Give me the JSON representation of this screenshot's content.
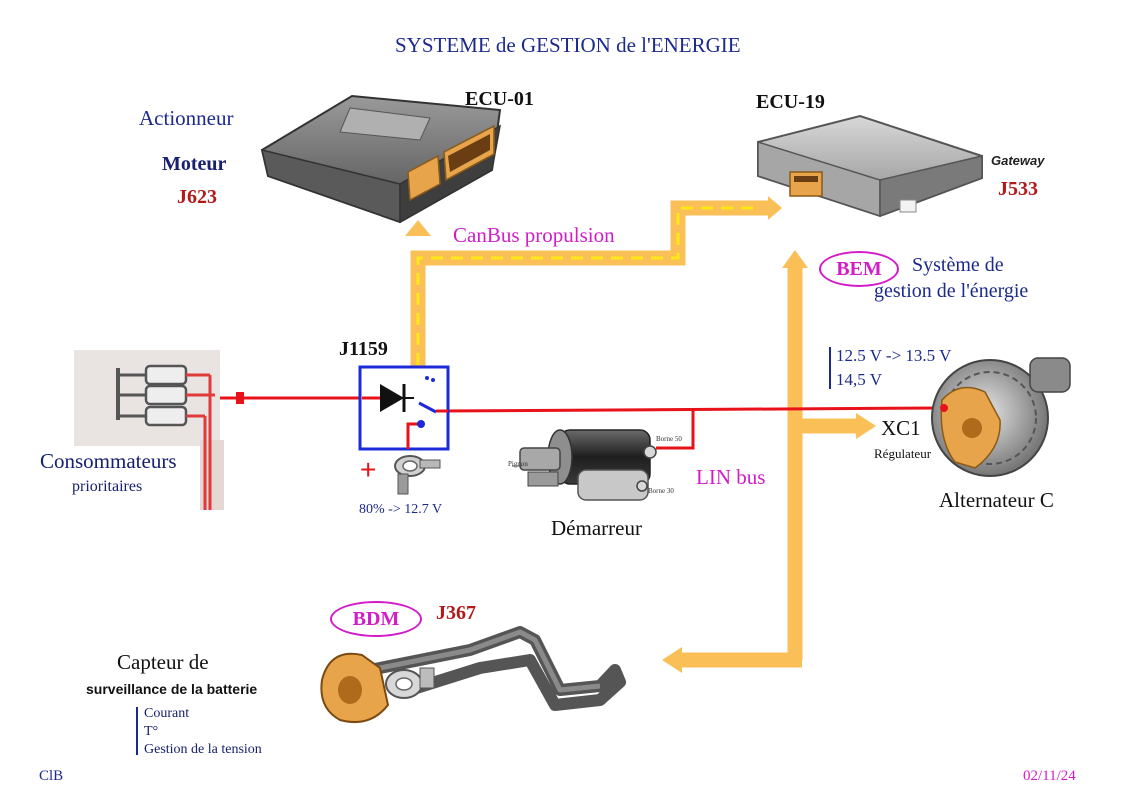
{
  "title": "SYSTEME de GESTION de l'ENERGIE",
  "ecu01": {
    "label": "ECU-01",
    "actor": "Actionneur",
    "role": "Moteur",
    "code": "J623"
  },
  "ecu19": {
    "label": "ECU-19",
    "gateway": "Gateway",
    "code": "J533"
  },
  "bem": {
    "badge": "BEM",
    "line1": "Système de",
    "line2": "gestion  de l'énergie"
  },
  "canbus": "CanBus propulsion",
  "relay": {
    "code": "J1159",
    "plus": "+",
    "charge": "80% -> 12.7 V"
  },
  "consumers": {
    "line1": "Consommateurs",
    "line2": "prioritaires"
  },
  "starter": {
    "label": "Démarreur",
    "pignon": "Pignon",
    "borne50": "Borne 50",
    "borne30": "Borne 30"
  },
  "lin": "LIN bus",
  "alternator": {
    "voltage1": "12.5 V -> 13.5 V",
    "voltage2": "14,5 V",
    "xc1": "XC1",
    "regulator": "Régulateur",
    "label": "Alternateur C"
  },
  "bdm": {
    "badge": "BDM",
    "code": "J367",
    "line1": "Capteur de",
    "line2": "surveillance de la batterie",
    "items": [
      "Courant",
      "T°",
      "Gestion de la tension"
    ]
  },
  "footer": {
    "left": "ClB",
    "date": "02/11/24"
  },
  "colors": {
    "bus": "#fbbf57",
    "dash": "#ffe81a",
    "wire": "#e8121a",
    "frame": "#1c2ad8",
    "magenta": "#d21cc8"
  }
}
